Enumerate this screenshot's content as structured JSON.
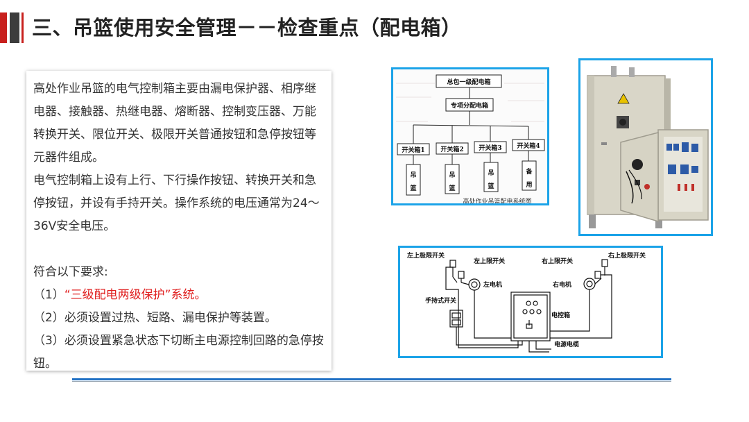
{
  "title": "三、吊篮使用安全管理－－检查重点（配电箱）",
  "body": {
    "p1": "高处作业吊篮的电气控制箱主要由漏电保护器、相序继电器、接触器、热继电器、熔断器、控制变压器、万能转换开关、限位开关、极限开关普通按钮和急停按钮等元器件组成。",
    "p2": "电气控制箱上设有上行、下行操作按钮、转换开关和急停按钮，并设有手持开关。操作系统的电压通常为24～36V安全电压。",
    "p3": "符合以下要求:",
    "item1_prefix": "（1）",
    "item1_red": "“三级配电两级保护”系统。",
    "item2": "（2）必须设置过热、短路、漏电保护等装置。",
    "item3": "（3）必须设置紧急状态下切断主电源控制回路的急停按钮。"
  },
  "figure1": {
    "top_box": "总包一级配电箱",
    "mid_box": "专项分配电箱",
    "switch_boxes": [
      "开关箱1",
      "开关箱2",
      "开关箱3",
      "开关箱4"
    ],
    "leaves": [
      [
        "吊",
        "篮"
      ],
      [
        "吊",
        "篮"
      ],
      [
        "吊",
        "篮"
      ],
      [
        "备",
        "用"
      ]
    ],
    "caption": "高处作业吊篮配电系统图"
  },
  "figure3": {
    "left_limit_switch": "左上极限开关",
    "left_upper_limit": "左上限开关",
    "right_upper_limit": "右上限开关",
    "right_limit_switch": "右上极限开关",
    "left_motor": "左电机",
    "right_motor": "右电机",
    "hand_switch": "手持式开关",
    "control_box": "电控箱",
    "power_cable": "电源电缆"
  },
  "colors": {
    "accent_red": "#c8201d",
    "frame_blue": "#1ba3e8",
    "rule_blue": "#1e6fc4",
    "highlight_red": "#e02020"
  }
}
